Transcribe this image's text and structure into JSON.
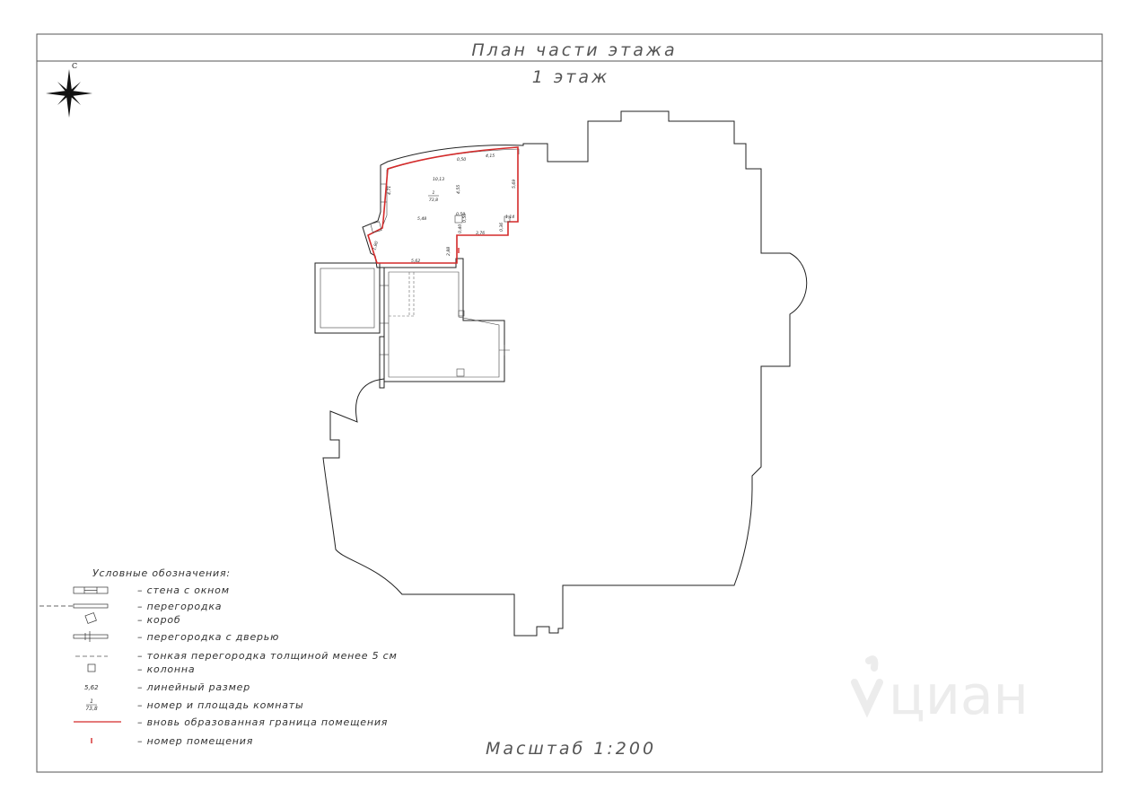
{
  "header": {
    "title": "План части этажа",
    "floor": "1 этаж"
  },
  "compass": {
    "north_label": "С"
  },
  "room": {
    "number": "1",
    "area": "73,8",
    "dims": [
      "0,50",
      "4,15",
      "10,13",
      "4,55",
      "4,71",
      "5,48",
      "5,69",
      "0,50",
      "0,50",
      "1,14",
      "0,40",
      "3,76",
      "0,36",
      "2,88",
      "5,62",
      "1,90"
    ]
  },
  "room_tag": "1",
  "legend": {
    "title": "Условные обозначения:",
    "items": [
      {
        "symbol": "wall-window",
        "text": "– стена с окном"
      },
      {
        "symbol": "partition",
        "text": "– перегородка"
      },
      {
        "symbol": "duct",
        "text": "– короб"
      },
      {
        "symbol": "partition-door",
        "text": "– перегородка с дверью"
      },
      {
        "symbol": "thin-partition",
        "text": "– тонкая перегородка толщиной менее 5 см"
      },
      {
        "symbol": "column",
        "text": "– колонна"
      },
      {
        "symbol": "dimension",
        "label": "5,62",
        "text": "– линейный размер"
      },
      {
        "symbol": "room-number-area",
        "num": "1",
        "area": "73,8",
        "text": "– номер и площадь комнаты"
      },
      {
        "symbol": "red-boundary",
        "text": "– вновь образованная граница помещения"
      },
      {
        "symbol": "room-tag",
        "text": "– номер помещения"
      }
    ]
  },
  "scale": "Масштаб 1:200",
  "watermark": "циан",
  "colors": {
    "boundary": "#d42a2a",
    "walls": "#222222",
    "frame": "#555555"
  }
}
